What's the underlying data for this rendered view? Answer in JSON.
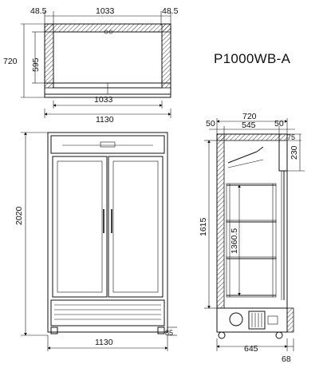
{
  "model_name": "P1000WB-A",
  "top_view": {
    "wall_left": "48.5",
    "inner_width": "1033",
    "wall_right": "48.5",
    "total_depth": "720",
    "inner_depth": "595",
    "inner_width_bottom": "1033",
    "outer_width": "1130"
  },
  "front_view": {
    "height": "2020",
    "width": "1130",
    "foot_height": "85"
  },
  "side_view": {
    "depth": "720",
    "wall_back": "50",
    "inner_depth": "545",
    "wall_front": "50",
    "top_gap": "75",
    "canopy_height": "230",
    "height_to_base": "1615",
    "shelf_span": "1360.5",
    "base_depth": "645",
    "foot_depth": "68"
  }
}
